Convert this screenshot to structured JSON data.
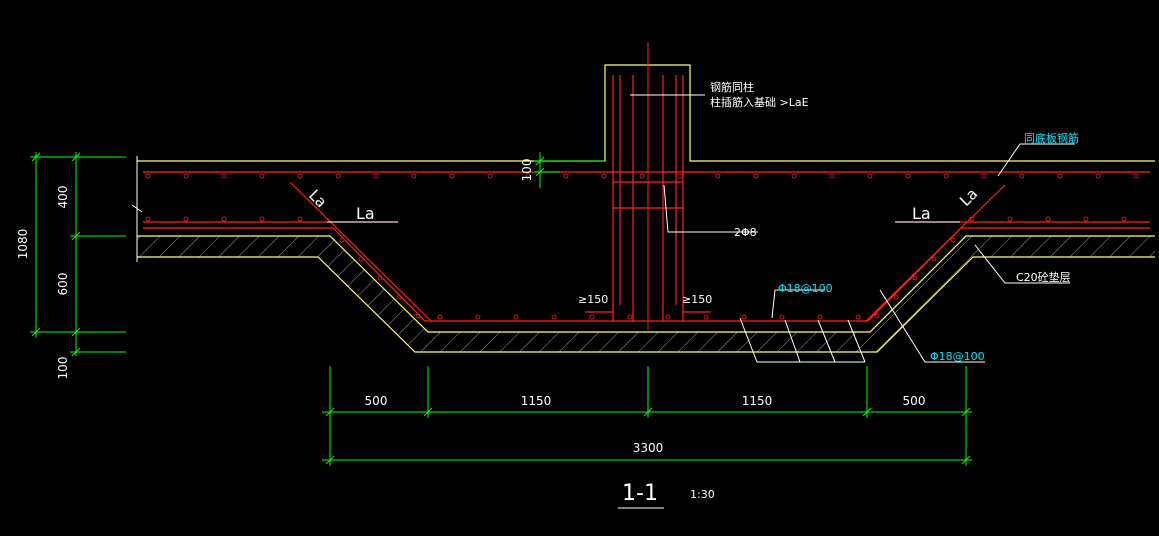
{
  "drawing": {
    "colors": {
      "background": "#000000",
      "concrete_outline": "#ffff66",
      "rebar": "#ff2020",
      "dimension": "#00ff00",
      "leader": "#ffffff",
      "cyan_label": "#00e5ff",
      "hatch": "#9a9a9a"
    },
    "dimensions": {
      "horizontal": [
        "500",
        "1150",
        "1150",
        "500"
      ],
      "total": "3300",
      "vertical_total": "1080",
      "vertical": [
        "400",
        "600",
        "100"
      ],
      "col_offset": "100"
    },
    "labels": {
      "column_note_1": "钢筋同柱",
      "column_note_2": "柱插筋入基础 >LaE",
      "la_left": "La",
      "la_right": "La",
      "la_diag_left": "La",
      "la_diag_right": "La",
      "stirrup": "2Φ8",
      "ge150_left": "≥150",
      "ge150_right": "≥150",
      "bar_spec_top": "Φ18@100",
      "bar_spec_bottom": "Φ18@100",
      "same_bar": "同底板钢筋",
      "cushion": "C20砼垫层"
    },
    "title": {
      "section": "1-1",
      "scale": "1:30"
    }
  }
}
